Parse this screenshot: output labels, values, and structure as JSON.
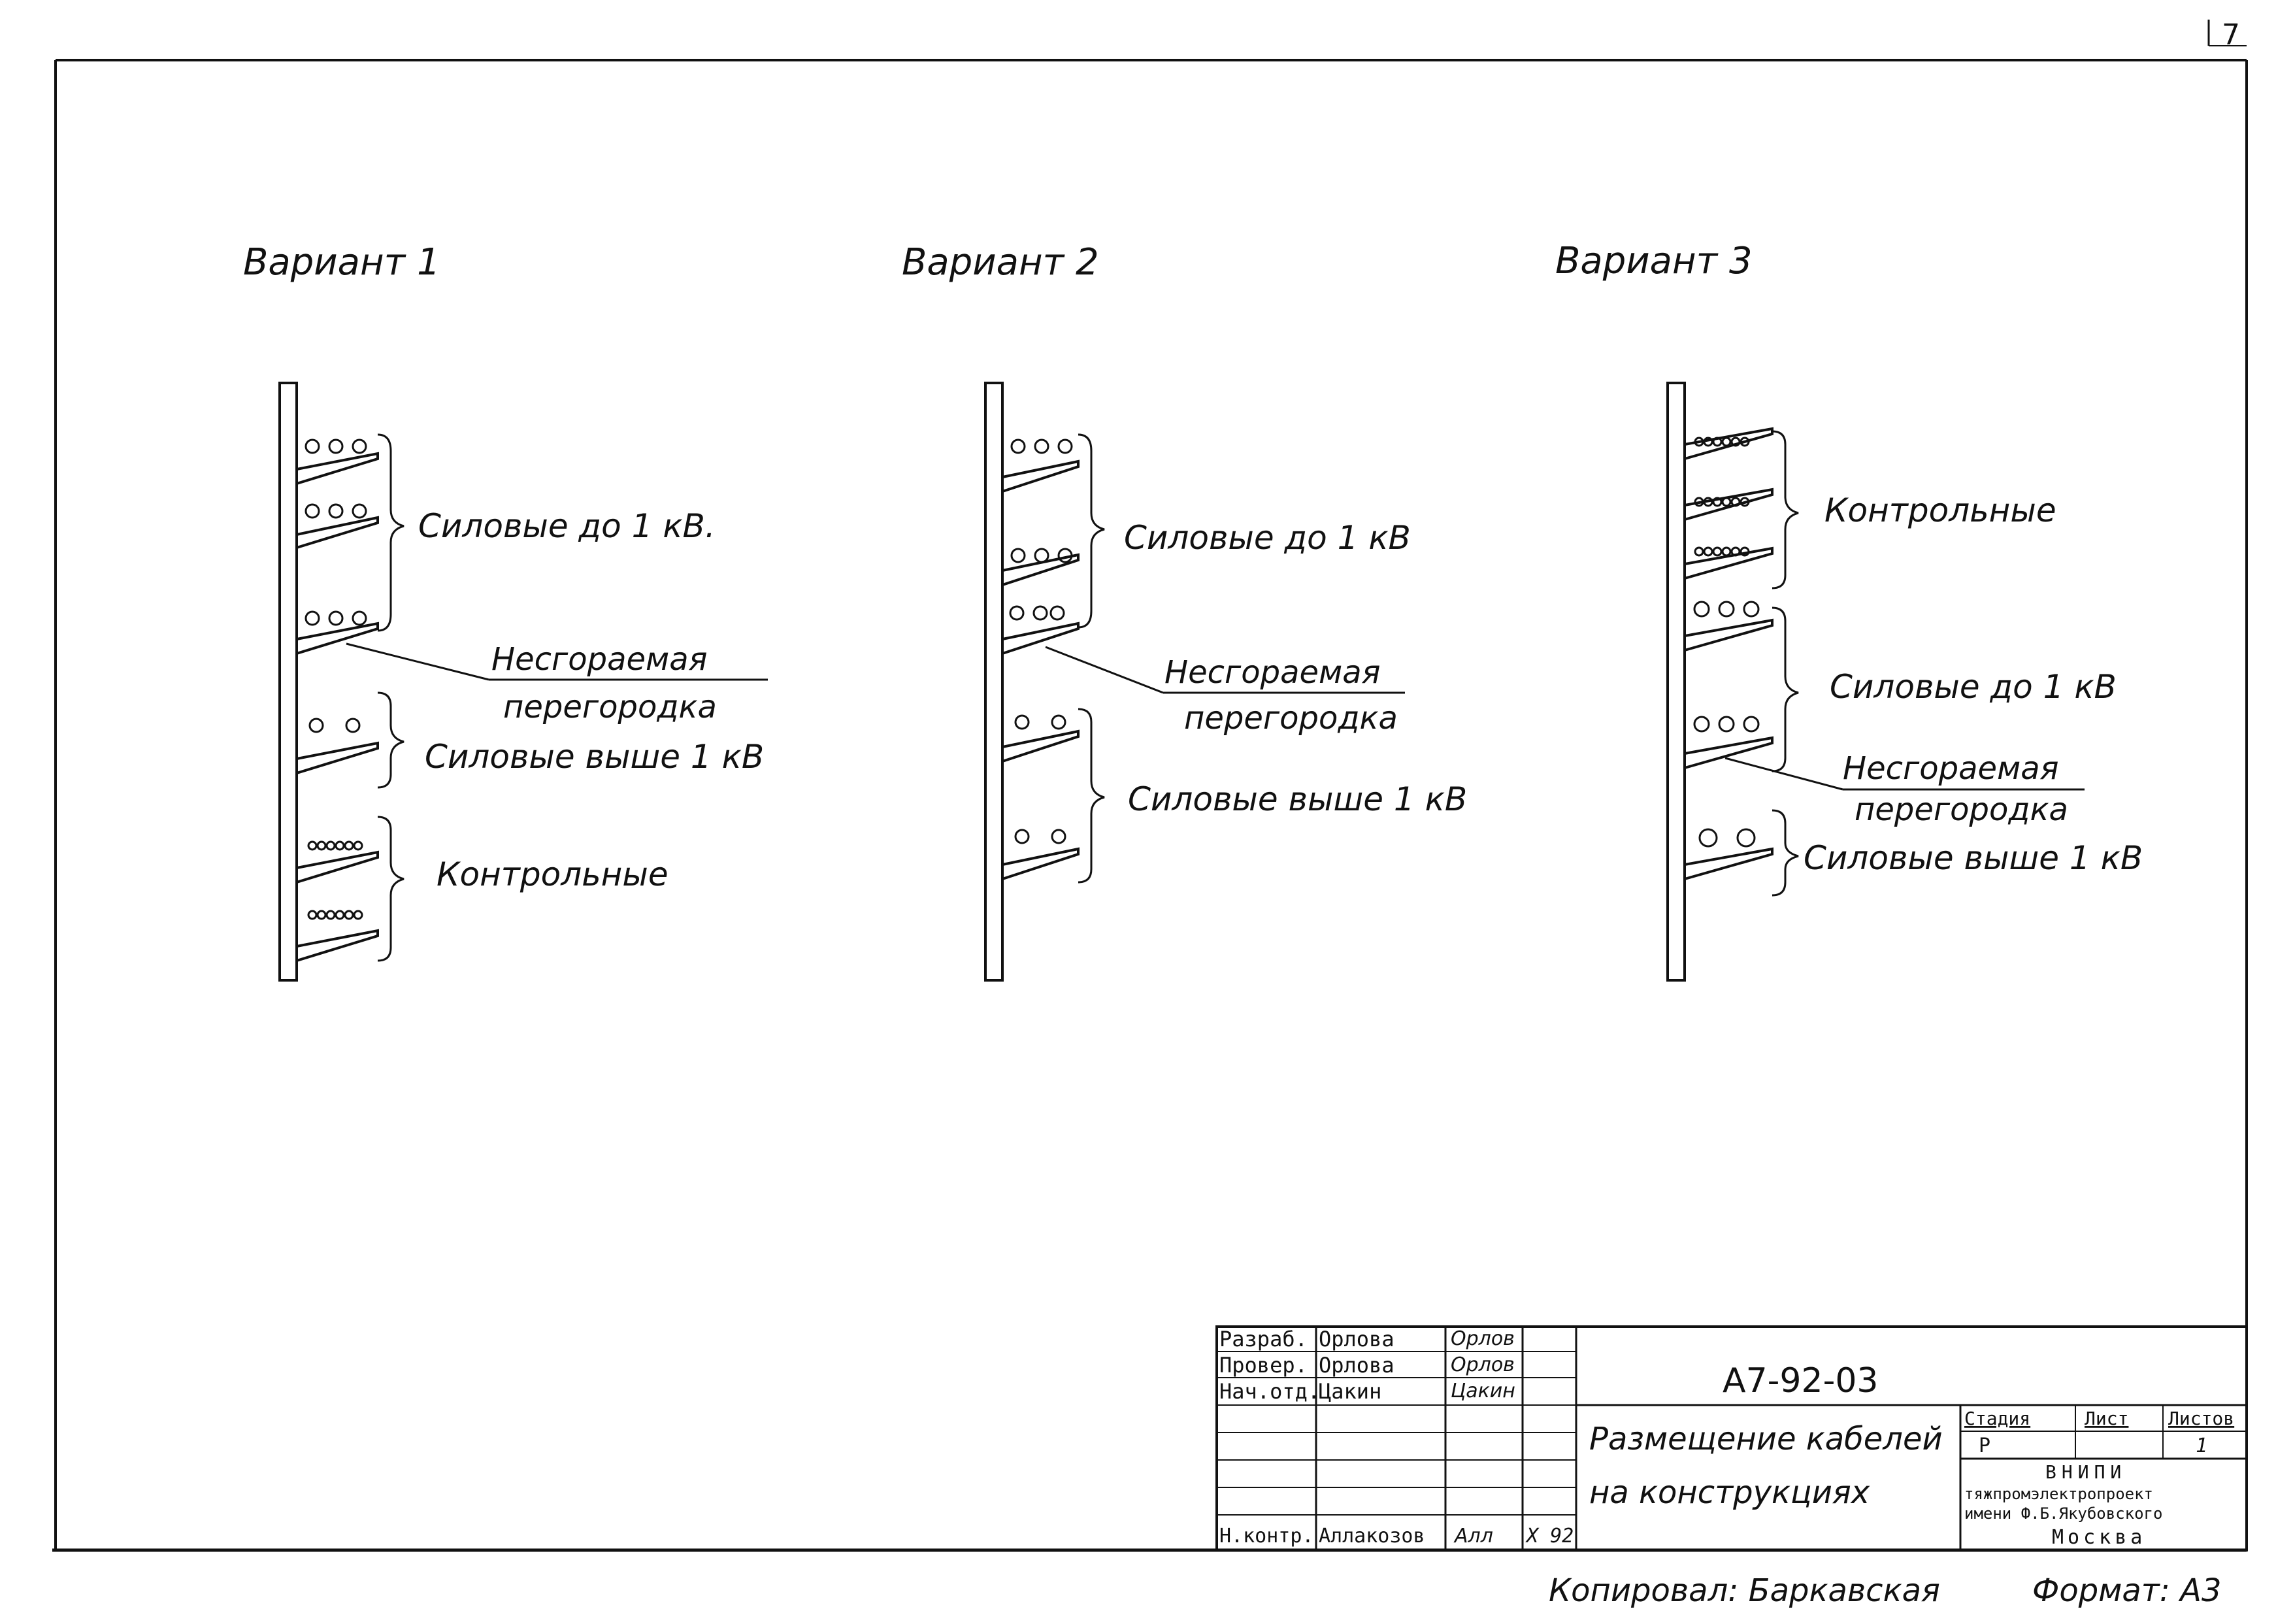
{
  "sheet": {
    "page_number": "7",
    "copied_by": "Копировал: Баркавская",
    "format": "Формат: А3"
  },
  "variants": [
    {
      "title": "Вариант 1",
      "labels": {
        "power_low": "Силовые до 1 кВ.",
        "partition_line1": "Несгораемая",
        "partition_line2": "перегородка",
        "power_high": "Силовые выше 1 кВ",
        "control": "Контрольные"
      }
    },
    {
      "title": "Вариант 2",
      "labels": {
        "power_low": "Силовые до 1 кВ",
        "partition_line1": "Несгораемая",
        "partition_line2": "перегородка",
        "power_high": "Силовые выше 1 кВ"
      }
    },
    {
      "title": "Вариант 3",
      "labels": {
        "control": "Контрольные",
        "power_low": "Силовые до 1 кВ",
        "partition_line1": "Несгораемая",
        "partition_line2": "перегородка",
        "power_high": "Силовые выше 1 кВ"
      }
    }
  ],
  "title_block": {
    "document_code": "А7-92-03",
    "title_line1": "Размещение кабелей",
    "title_line2": "на конструкциях",
    "signatures": [
      {
        "role": "Разраб.",
        "name": "Орлова",
        "signature": "Орлов",
        "date": ""
      },
      {
        "role": "Провер.",
        "name": "Орлова",
        "signature": "Орлов",
        "date": ""
      },
      {
        "role": "Нач.отд.",
        "name": "Цакин",
        "signature": "Цакин",
        "date": ""
      },
      {
        "role": "Н.контр.",
        "name": "Аллакозов",
        "signature": "Алл",
        "date": "X 92"
      }
    ],
    "stage_header": "Стадия",
    "sheet_header": "Лист",
    "sheets_header": "Листов",
    "stage_value": "Р",
    "sheet_value": "",
    "sheets_value": "1",
    "org_line1": "ВНИПИ",
    "org_line2": "тяжпромэлектропроект",
    "org_line3": "имени Ф.Б.Якубовского",
    "org_line4": "Москва"
  }
}
